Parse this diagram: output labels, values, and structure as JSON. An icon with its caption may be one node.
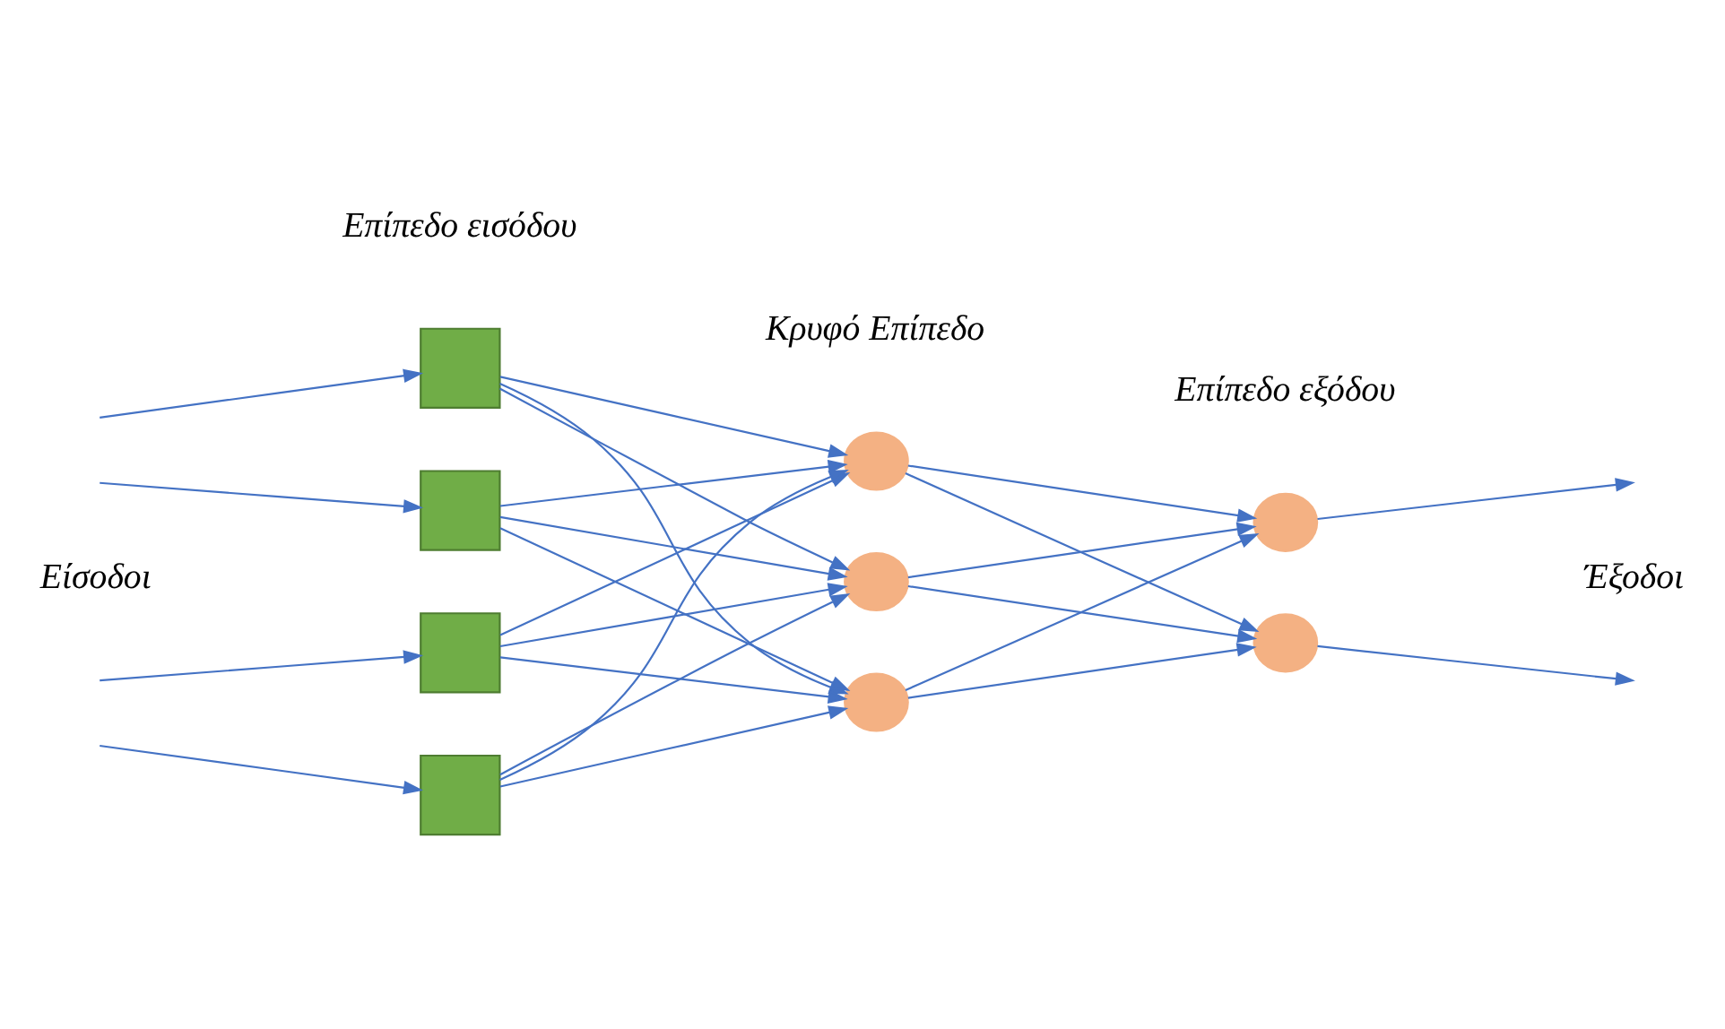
{
  "diagram": {
    "nodes": [
      {
        "text": [],
        "shape": "box"
      },
      {
        "text": [],
        "shape": "box"
      },
      {
        "text": [],
        "shape": "box"
      },
      {
        "text": [],
        "shape": "box"
      },
      {
        "text": [],
        "shape": "circle"
      },
      {
        "text": [],
        "shape": "circle"
      },
      {
        "text": [],
        "shape": "circle"
      },
      {
        "text": [],
        "shape": "circle"
      },
      {
        "text": [],
        "shape": "circle"
      }
    ],
    "edges": [
      {
        "from": null,
        "to": 0,
        "arrow": "to"
      },
      {
        "from": null,
        "to": 1,
        "arrow": "to"
      },
      {
        "from": null,
        "to": 2,
        "arrow": "to"
      },
      {
        "from": null,
        "to": 3,
        "arrow": "to"
      },
      {
        "from": 0,
        "to": 4,
        "arrow": "to"
      },
      {
        "from": 0,
        "to": 5,
        "arrow": "to"
      },
      {
        "from": 0,
        "to": 6,
        "arrow": "to"
      },
      {
        "from": 1,
        "to": 4,
        "arrow": "to"
      },
      {
        "from": 1,
        "to": 5,
        "arrow": "to"
      },
      {
        "from": 1,
        "to": 6,
        "arrow": "to"
      },
      {
        "from": 2,
        "to": 4,
        "arrow": "to"
      },
      {
        "from": 2,
        "to": 5,
        "arrow": "to"
      },
      {
        "from": 2,
        "to": 6,
        "arrow": "to"
      },
      {
        "from": 3,
        "to": 4,
        "arrow": "to"
      },
      {
        "from": 3,
        "to": 5,
        "arrow": "to"
      },
      {
        "from": 3,
        "to": 6,
        "arrow": "to"
      },
      {
        "from": 4,
        "to": 7,
        "arrow": "to"
      },
      {
        "from": 4,
        "to": 8,
        "arrow": "to"
      },
      {
        "from": 5,
        "to": 7,
        "arrow": "to"
      },
      {
        "from": 5,
        "to": 8,
        "arrow": "to"
      },
      {
        "from": 6,
        "to": 7,
        "arrow": "to"
      },
      {
        "from": 6,
        "to": 8,
        "arrow": "to"
      },
      {
        "from": 7,
        "to": null,
        "arrow": "to"
      },
      {
        "from": 8,
        "to": null,
        "arrow": "to"
      }
    ],
    "labels": [
      "Επίπεδο εισόδου",
      "Κρυφό Επίπεδο",
      "Επίπεδο εξόδου",
      "Είσοδοι",
      "Έξοδοι"
    ]
  }
}
